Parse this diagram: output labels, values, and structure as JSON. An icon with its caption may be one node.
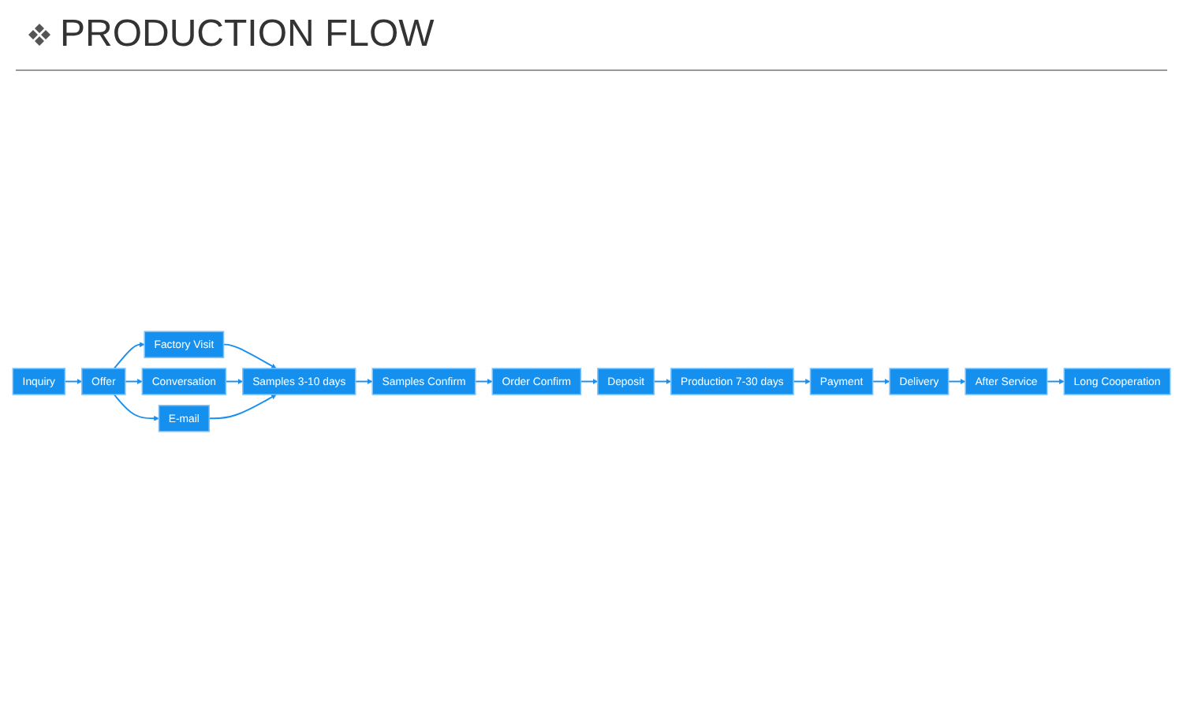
{
  "diagram": {
    "title": "PRODUCTION FLOW",
    "nodes": [
      {
        "text": [
          "Inquiry"
        ]
      },
      {
        "text": [
          "Offer"
        ]
      },
      {
        "text": [
          "Factory Visit"
        ]
      },
      {
        "text": [
          "Conversation"
        ]
      },
      {
        "text": [
          "E-mail"
        ]
      },
      {
        "text": [
          "Samples 3-10 days"
        ]
      },
      {
        "text": [
          "Samples Confirm"
        ]
      },
      {
        "text": [
          "Order Confirm"
        ]
      },
      {
        "text": [
          "Deposit"
        ]
      },
      {
        "text": [
          "Production 7-30 days"
        ]
      },
      {
        "text": [
          "Payment"
        ]
      },
      {
        "text": [
          "Delivery"
        ]
      },
      {
        "text": [
          "After Service"
        ]
      },
      {
        "text": [
          "Long Cooperation"
        ]
      }
    ],
    "edges": [
      {
        "from": 0,
        "to": 1,
        "arrow": "to"
      },
      {
        "from": 1,
        "to": 2,
        "arrow": "to"
      },
      {
        "from": 1,
        "to": 3,
        "arrow": "to"
      },
      {
        "from": 1,
        "to": 4,
        "arrow": "to"
      },
      {
        "from": 2,
        "to": 5,
        "arrow": "to"
      },
      {
        "from": 3,
        "to": 5,
        "arrow": "to"
      },
      {
        "from": 4,
        "to": 5,
        "arrow": "to"
      },
      {
        "from": 5,
        "to": 6,
        "arrow": "to"
      },
      {
        "from": 6,
        "to": 7,
        "arrow": "to"
      },
      {
        "from": 7,
        "to": 8,
        "arrow": "to"
      },
      {
        "from": 8,
        "to": 9,
        "arrow": "to"
      },
      {
        "from": 9,
        "to": 10,
        "arrow": "to"
      },
      {
        "from": 10,
        "to": 11,
        "arrow": "to"
      },
      {
        "from": 11,
        "to": 12,
        "arrow": "to"
      },
      {
        "from": 12,
        "to": 13,
        "arrow": "to"
      }
    ]
  }
}
